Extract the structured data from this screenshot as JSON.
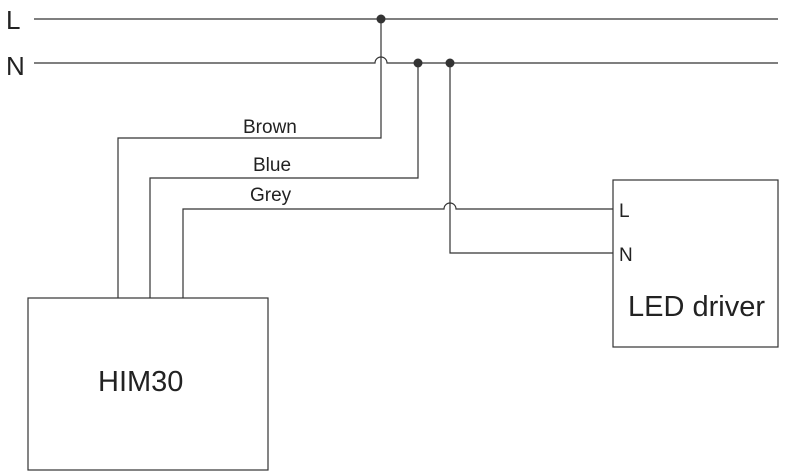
{
  "buses": {
    "live": "L",
    "neutral": "N"
  },
  "wires": {
    "brown": "Brown",
    "blue": "Blue",
    "grey": "Grey"
  },
  "devices": {
    "him": {
      "label": "HIM30"
    },
    "driver": {
      "label": "LED driver",
      "terminal_l": "L",
      "terminal_n": "N"
    }
  }
}
